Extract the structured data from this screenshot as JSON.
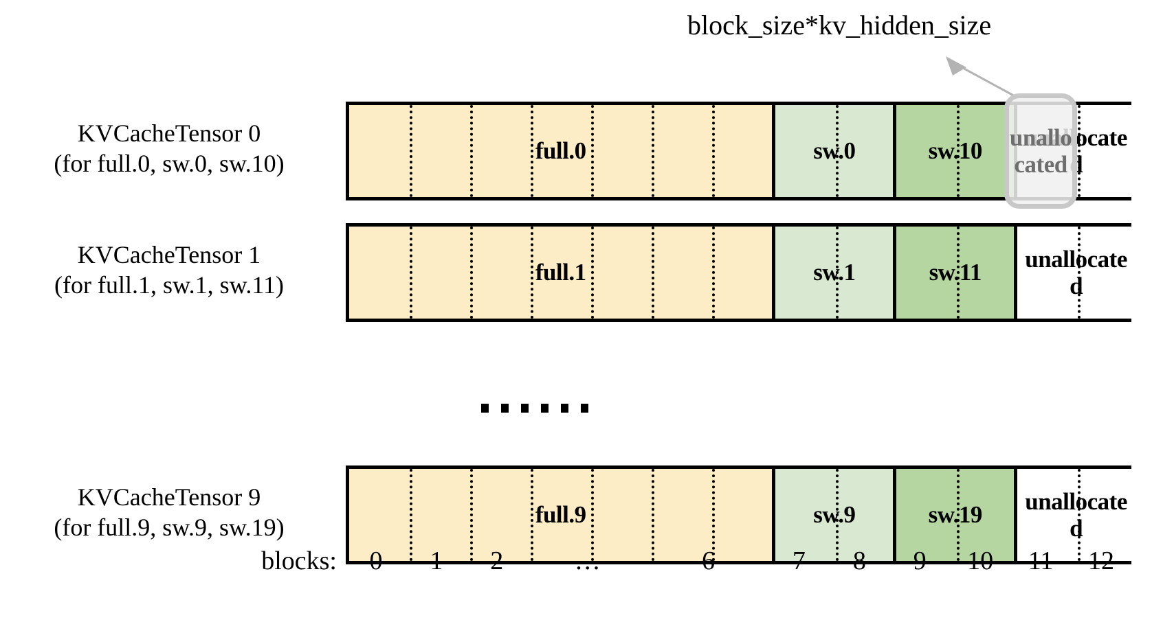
{
  "annotation": {
    "text": "block_size*kv_hidden_size",
    "arrow_color": "#b3b3b3"
  },
  "colors": {
    "full": "#fdedc7",
    "sw_light": "#d9e9d1",
    "sw_dark": "#b5d6a0",
    "unallocated": "#ffffff",
    "outline": "#000000",
    "highlight_border": "#c8c8c8",
    "highlight_fill": "#f0f0f0",
    "highlight_text": "#6e6e6e"
  },
  "rows": [
    {
      "label_line1": "KVCacheTensor 0",
      "label_line2": "(for full.0, sw.0, sw.10)",
      "segments": [
        {
          "name": "full.0",
          "blocks": 7,
          "fill": "full"
        },
        {
          "name": "sw.0",
          "blocks": 2,
          "fill": "sw_light"
        },
        {
          "name": "sw.10",
          "blocks": 2,
          "fill": "sw_dark"
        },
        {
          "name": "unallocated",
          "blocks": 2,
          "fill": "unallocated"
        }
      ],
      "highlight": {
        "text": "unallocated",
        "block_index": 11
      }
    },
    {
      "label_line1": "KVCacheTensor 1",
      "label_line2": "(for full.1, sw.1, sw.11)",
      "segments": [
        {
          "name": "full.1",
          "blocks": 7,
          "fill": "full"
        },
        {
          "name": "sw.1",
          "blocks": 2,
          "fill": "sw_light"
        },
        {
          "name": "sw.11",
          "blocks": 2,
          "fill": "sw_dark"
        },
        {
          "name": "unallocated",
          "blocks": 2,
          "fill": "unallocated"
        }
      ],
      "highlight": null
    },
    {
      "label_line1": "KVCacheTensor 9",
      "label_line2": "(for full.9, sw.9, sw.19)",
      "segments": [
        {
          "name": "full.9",
          "blocks": 7,
          "fill": "full"
        },
        {
          "name": "sw.9",
          "blocks": 2,
          "fill": "sw_light"
        },
        {
          "name": "sw.19",
          "blocks": 2,
          "fill": "sw_dark"
        },
        {
          "name": "unallocated",
          "blocks": 2,
          "fill": "unallocated"
        }
      ],
      "highlight": null
    }
  ],
  "ellipsis": {
    "dot_count": 6,
    "text": "……"
  },
  "axis": {
    "title": "blocks:",
    "ticks": [
      "0",
      "1",
      "2",
      "…",
      "6",
      "7",
      "8",
      "9",
      "10",
      "11",
      "12"
    ],
    "total_blocks": 13
  }
}
